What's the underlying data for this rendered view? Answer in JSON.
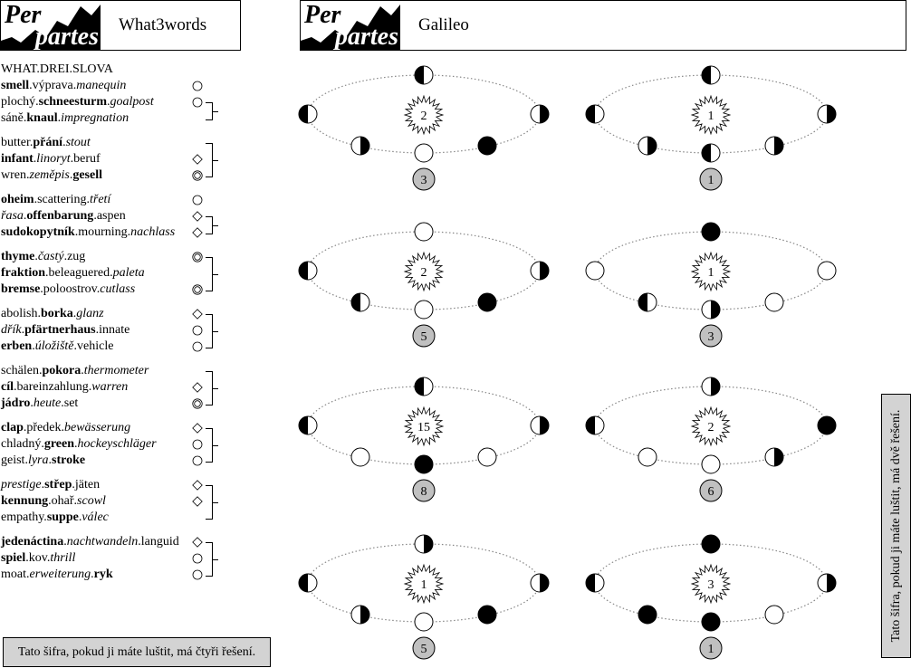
{
  "left_header": {
    "logo_top": "Per",
    "logo_bottom": "partes",
    "title": "What3words"
  },
  "right_header": {
    "logo_top": "Per",
    "logo_bottom": "partes",
    "title": "Galileo"
  },
  "w3w": {
    "title": "WHAT.DREI.SLOVA",
    "groups": [
      {
        "entries": [
          {
            "parts": [
              [
                "smell",
                "b"
              ],
              [
                ".výprava.",
                ""
              ],
              [
                "manequin",
                "i"
              ]
            ],
            "marker": "circle"
          },
          {
            "parts": [
              [
                "plochý.",
                ""
              ],
              [
                "schneesturm",
                "b"
              ],
              [
                ".",
                ""
              ],
              [
                "goalpost",
                "i"
              ]
            ],
            "marker": "circle"
          },
          {
            "parts": [
              [
                "sáně.",
                ""
              ],
              [
                "knaul",
                "b"
              ],
              [
                ".",
                ""
              ],
              [
                "impregnation",
                "i"
              ]
            ],
            "marker": ""
          }
        ],
        "bracket": [
          1,
          2
        ]
      },
      {
        "entries": [
          {
            "parts": [
              [
                "butter.",
                ""
              ],
              [
                "přání",
                "b"
              ],
              [
                ".",
                ""
              ],
              [
                "stout",
                "i"
              ]
            ],
            "marker": ""
          },
          {
            "parts": [
              [
                "infant",
                "b"
              ],
              [
                ".",
                ""
              ],
              [
                "linoryt",
                "i"
              ],
              [
                ".beruf",
                ""
              ]
            ],
            "marker": "diamond"
          },
          {
            "parts": [
              [
                "wren.",
                ""
              ],
              [
                "zeměpis",
                "i"
              ],
              [
                ".",
                ""
              ],
              [
                "gesell",
                "b"
              ]
            ],
            "marker": "double"
          }
        ],
        "bracket": [
          0,
          2
        ]
      },
      {
        "entries": [
          {
            "parts": [
              [
                "oheim",
                "b"
              ],
              [
                ".scattering.",
                ""
              ],
              [
                "třetí",
                "i"
              ]
            ],
            "marker": "circle"
          },
          {
            "parts": [
              [
                "řasa",
                "i"
              ],
              [
                ".",
                ""
              ],
              [
                "offenbarung",
                "b"
              ],
              [
                ".aspen",
                ""
              ]
            ],
            "marker": "diamond"
          },
          {
            "parts": [
              [
                "sudokopytník",
                "b"
              ],
              [
                ".mourning.",
                ""
              ],
              [
                "nachlass",
                "i"
              ]
            ],
            "marker": "diamond"
          }
        ],
        "bracket": [
          1,
          2
        ]
      },
      {
        "entries": [
          {
            "parts": [
              [
                "thyme",
                "b"
              ],
              [
                ".",
                ""
              ],
              [
                "častý",
                "i"
              ],
              [
                ".zug",
                ""
              ]
            ],
            "marker": "double"
          },
          {
            "parts": [
              [
                "fraktion",
                "b"
              ],
              [
                ".beleaguered.",
                ""
              ],
              [
                "paleta",
                "i"
              ]
            ],
            "marker": ""
          },
          {
            "parts": [
              [
                "bremse",
                "b"
              ],
              [
                ".poloostrov.",
                ""
              ],
              [
                "cutlass",
                "i"
              ]
            ],
            "marker": "double"
          }
        ],
        "bracket": [
          0,
          2
        ]
      },
      {
        "entries": [
          {
            "parts": [
              [
                "abolish.",
                ""
              ],
              [
                "borka",
                "b"
              ],
              [
                ".",
                ""
              ],
              [
                "glanz",
                "i"
              ]
            ],
            "marker": "diamond"
          },
          {
            "parts": [
              [
                "dřík",
                "i"
              ],
              [
                ".",
                ""
              ],
              [
                "pfärtnerhaus",
                "b"
              ],
              [
                ".innate",
                ""
              ]
            ],
            "marker": "circle"
          },
          {
            "parts": [
              [
                "erben",
                "b"
              ],
              [
                ".",
                ""
              ],
              [
                "úložiště",
                "i"
              ],
              [
                ".vehicle",
                ""
              ]
            ],
            "marker": "circle"
          }
        ],
        "bracket": [
          0,
          2
        ]
      },
      {
        "entries": [
          {
            "parts": [
              [
                "schälen.",
                ""
              ],
              [
                "pokora",
                "b"
              ],
              [
                ".",
                ""
              ],
              [
                "thermometer",
                "i"
              ]
            ],
            "marker": ""
          },
          {
            "parts": [
              [
                "cíl",
                "b"
              ],
              [
                ".bareinzahlung.",
                ""
              ],
              [
                "warren",
                "i"
              ]
            ],
            "marker": "diamond"
          },
          {
            "parts": [
              [
                "jádro",
                "b"
              ],
              [
                ".",
                ""
              ],
              [
                "heute",
                "i"
              ],
              [
                ".set",
                ""
              ]
            ],
            "marker": "double"
          }
        ],
        "bracket": [
          0,
          2
        ]
      },
      {
        "entries": [
          {
            "parts": [
              [
                "clap",
                "b"
              ],
              [
                ".předek.",
                ""
              ],
              [
                "bewässerung",
                "i"
              ]
            ],
            "marker": "diamond"
          },
          {
            "parts": [
              [
                "chladný.",
                ""
              ],
              [
                "green",
                "b"
              ],
              [
                ".",
                ""
              ],
              [
                "hockeyschläger",
                "i"
              ]
            ],
            "marker": "circle"
          },
          {
            "parts": [
              [
                "geist.",
                ""
              ],
              [
                "lyra",
                "i"
              ],
              [
                ".",
                ""
              ],
              [
                "stroke",
                "b"
              ]
            ],
            "marker": "circle"
          }
        ],
        "bracket": [
          0,
          2
        ]
      },
      {
        "entries": [
          {
            "parts": [
              [
                "prestige",
                "i"
              ],
              [
                ".",
                ""
              ],
              [
                "střep",
                "b"
              ],
              [
                ".jäten",
                ""
              ]
            ],
            "marker": "diamond"
          },
          {
            "parts": [
              [
                "kennung",
                "b"
              ],
              [
                ".ohař.",
                ""
              ],
              [
                "scowl",
                "i"
              ]
            ],
            "marker": "diamond"
          },
          {
            "parts": [
              [
                "empathy.",
                ""
              ],
              [
                "suppe",
                "b"
              ],
              [
                ".",
                ""
              ],
              [
                "válec",
                "i"
              ]
            ],
            "marker": ""
          }
        ],
        "bracket": [
          0,
          2
        ]
      },
      {
        "entries": [
          {
            "parts": [
              [
                "jedenáctina",
                "b"
              ],
              [
                ".",
                ""
              ],
              [
                "nachtwandeln",
                "i"
              ],
              [
                ".languid",
                ""
              ]
            ],
            "marker": "diamond"
          },
          {
            "parts": [
              [
                "spiel",
                "b"
              ],
              [
                ".kov.",
                ""
              ],
              [
                "thrill",
                "i"
              ]
            ],
            "marker": "circle"
          },
          {
            "parts": [
              [
                "moat.",
                ""
              ],
              [
                "erweiterung",
                "i"
              ],
              [
                ".",
                ""
              ],
              [
                "ryk",
                "b"
              ]
            ],
            "marker": "circle"
          }
        ],
        "bracket": [
          0,
          2
        ]
      }
    ]
  },
  "galileo": {
    "diagrams": [
      {
        "sun": "2",
        "answer": "3",
        "moons": [
          "left-dark",
          "left-dark",
          "right-dark",
          "right-dark",
          "black",
          "white"
        ]
      },
      {
        "sun": "1",
        "answer": "1",
        "moons": [
          "left-dark",
          "left-dark",
          "right-dark",
          "right-dark",
          "right-dark",
          "left-dark"
        ]
      },
      {
        "sun": "2",
        "answer": "5",
        "moons": [
          "white",
          "left-dark",
          "right-dark",
          "left-dark",
          "black",
          "white"
        ]
      },
      {
        "sun": "1",
        "answer": "3",
        "moons": [
          "black",
          "white",
          "white",
          "left-dark",
          "white",
          "right-dark"
        ]
      },
      {
        "sun": "15",
        "answer": "8",
        "moons": [
          "left-dark",
          "left-dark",
          "right-dark",
          "white",
          "white",
          "black"
        ]
      },
      {
        "sun": "2",
        "answer": "6",
        "moons": [
          "right-dark",
          "left-dark",
          "black",
          "white",
          "right-dark",
          "white"
        ]
      },
      {
        "sun": "1",
        "answer": "5",
        "moons": [
          "right-dark",
          "left-dark",
          "right-dark",
          "right-dark",
          "black",
          "white"
        ]
      },
      {
        "sun": "3",
        "answer": "1",
        "moons": [
          "black",
          "left-dark",
          "right-dark",
          "black",
          "white",
          "black"
        ]
      }
    ]
  },
  "notes": {
    "left": "Tato šifra, pokud ji máte luštit, má čtyři řešení.",
    "right": "Tato šifra, pokud ji máte luštit, má dvě řešení."
  },
  "colors": {
    "box_gray": "#d3d3d3",
    "answer_gray": "#c0c0c0"
  }
}
